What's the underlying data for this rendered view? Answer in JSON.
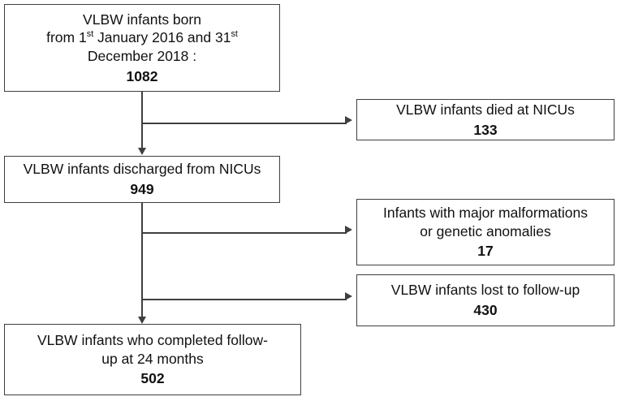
{
  "chart_data": {
    "type": "diagram",
    "title": "VLBW infants study flow diagram",
    "nodes": [
      {
        "id": "born",
        "label": "VLBW infants born from 1st January 2016 and 31st December 2018 :",
        "count": "1082"
      },
      {
        "id": "died",
        "label": "VLBW infants died at NICUs",
        "count": "133"
      },
      {
        "id": "discharged",
        "label": "VLBW infants discharged from NICUs",
        "count": "949"
      },
      {
        "id": "malform",
        "label": "Infants with major malformations or genetic anomalies",
        "count": "17"
      },
      {
        "id": "lost",
        "label": "VLBW infants lost to follow-up",
        "count": "430"
      },
      {
        "id": "completed",
        "label": "VLBW infants  who completed follow-up at 24 months",
        "count": "502"
      }
    ],
    "edges": [
      {
        "from": "born",
        "to": "died",
        "kind": "exclusion"
      },
      {
        "from": "born",
        "to": "discharged",
        "kind": "flow"
      },
      {
        "from": "discharged",
        "to": "malform",
        "kind": "exclusion"
      },
      {
        "from": "discharged",
        "to": "lost",
        "kind": "exclusion"
      },
      {
        "from": "discharged",
        "to": "completed",
        "kind": "flow"
      }
    ],
    "colors": {
      "border": "#3f3f3f",
      "background": "#ffffff",
      "text": "#111111"
    }
  },
  "boxes": {
    "born": {
      "line1": "VLBW infants born",
      "line2a": "from 1",
      "line2sup": "st",
      "line2b": " January 2016 and 31",
      "line2sup2": "st",
      "line3": "December 2018 :",
      "count": "1082"
    },
    "died": {
      "line1": "VLBW infants died at NICUs",
      "count": "133"
    },
    "discharged": {
      "line1": "VLBW infants discharged from NICUs",
      "count": "949"
    },
    "malformations": {
      "line1": "Infants with major malformations",
      "line2": "or genetic anomalies",
      "count": "17"
    },
    "lost": {
      "line1": "VLBW infants lost to follow-up",
      "count": "430"
    },
    "completed": {
      "line1": "VLBW infants  who completed follow-",
      "line2": "up at 24 months",
      "count": "502"
    }
  }
}
